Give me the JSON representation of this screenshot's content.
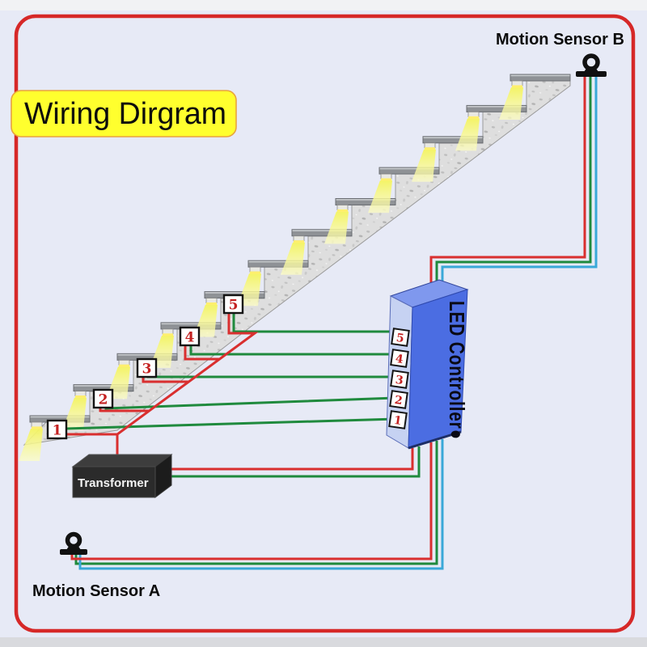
{
  "title": "Wiring Dirgram",
  "labels": {
    "motion_sensor_a": "Motion Sensor A",
    "motion_sensor_b": "Motion Sensor B",
    "transformer": "Transformer",
    "led_controller": "LED Controller●"
  },
  "step_labels": [
    "1",
    "2",
    "3",
    "4",
    "5"
  ],
  "port_labels": [
    "5",
    "4",
    "3",
    "2",
    "1"
  ],
  "colors": {
    "wire_red": "#d92f2f",
    "wire_green": "#1f8a3d",
    "wire_blue": "#3aa8d8",
    "border_red": "#d62828",
    "title_bg": "#ffff2e",
    "title_border": "#e8a33d",
    "controller_front": "#4b6de2",
    "controller_top": "#7f98ee",
    "controller_side": "#c6d2f2",
    "transformer_front": "#2b2b2b",
    "numeral_red": "#c42222",
    "beam_yellow": "#f6f66a",
    "concrete_gray": "#dedede",
    "tread_gray": "#8f9296"
  }
}
